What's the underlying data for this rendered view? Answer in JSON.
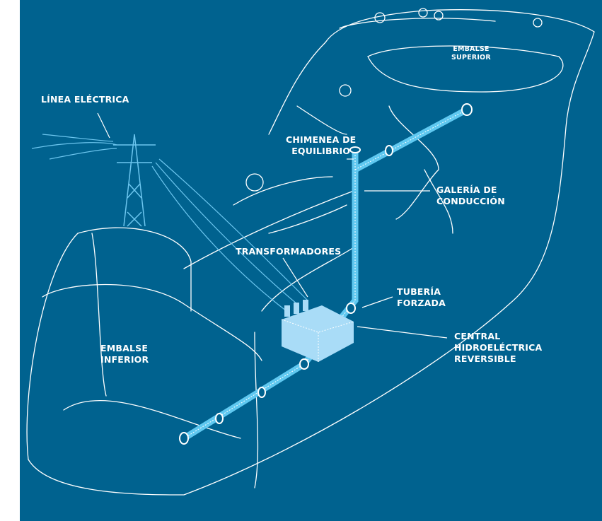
{
  "colors": {
    "background": "#00628f",
    "line": "#ffffff",
    "pipe": "#5fc8f0",
    "building": "#a9dcf7",
    "power_line": "#6cc6ef"
  },
  "labels": {
    "power_line": [
      "LÍNEA ELÉCTRICA"
    ],
    "surge_tank": [
      "CHIMENEA DE",
      "EQUILIBRIO"
    ],
    "upper_reservoir": [
      "EMBALSE",
      "SUPERIOR"
    ],
    "gallery": [
      "GALERÍA DE",
      "CONDUCCIÓN"
    ],
    "transformers": [
      "TRANSFORMADORES"
    ],
    "penstock": [
      "TUBERÍA",
      "FORZADA"
    ],
    "power_station": [
      "CENTRAL",
      "HIDROELÉCTRICA",
      "REVERSIBLE"
    ],
    "lower_reservoir": [
      "EMBALSE",
      "INFERIOR"
    ]
  }
}
